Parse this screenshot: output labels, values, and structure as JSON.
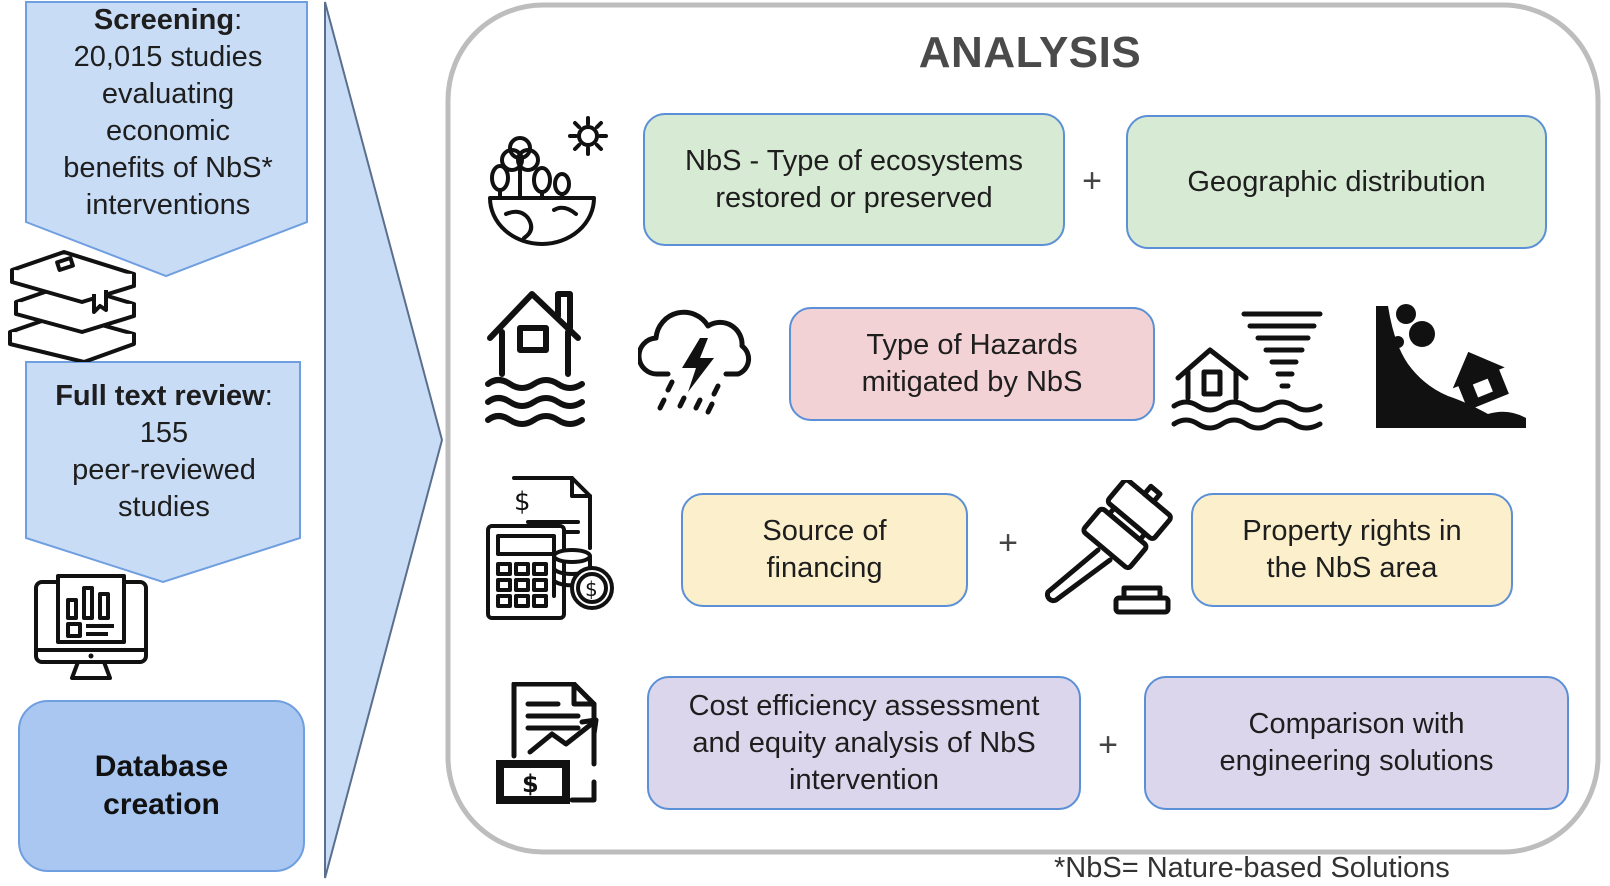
{
  "pipeline": {
    "screening": {
      "heading": "Screening",
      "colon": ":",
      "lines": [
        "20,015 studies",
        "evaluating",
        "economic",
        "benefits of NbS*",
        "interventions"
      ]
    },
    "full_text": {
      "heading": "Full text review",
      "colon": ":",
      "lines": [
        "155",
        "peer-reviewed",
        "studies"
      ]
    },
    "database": {
      "lines": [
        "Database",
        "creation"
      ]
    }
  },
  "analysis": {
    "title": "ANALYSIS",
    "rows": [
      {
        "left_box": [
          "NbS - Type of ecosystems",
          "restored or preserved"
        ],
        "plus": "+",
        "right_box": [
          "Geographic distribution"
        ],
        "color": "#d7ead3"
      },
      {
        "center_box": [
          "Type of Hazards",
          "mitigated by NbS"
        ],
        "color": "#f3d2d6"
      },
      {
        "left_box": [
          "Source of",
          "financing"
        ],
        "plus": "+",
        "right_box": [
          "Property rights in",
          "the NbS area"
        ],
        "color": "#fcf0cc"
      },
      {
        "left_box": [
          "Cost efficiency assessment",
          "and equity analysis of NbS",
          "intervention"
        ],
        "plus": "+",
        "right_box": [
          "Comparison with",
          "engineering solutions"
        ],
        "color": "#dcd6ec"
      }
    ]
  },
  "footnote": "*NbS= Nature-based Solutions",
  "icons": [
    "books-icon",
    "monitor-report-icon",
    "earth-ecosystem-icon",
    "flooded-house-icon",
    "storm-cloud-icon",
    "tornado-flood-icon",
    "landslide-icon",
    "calculator-invoice-icon",
    "gavel-icon",
    "cost-report-icon"
  ],
  "colors": {
    "pipeline_fill": "#c9dcf6",
    "pipeline_border": "#6f9fe0",
    "database_fill": "#a9c7f1",
    "box_border": "#5b8fd6",
    "panel_border": "#bdbdbd"
  }
}
